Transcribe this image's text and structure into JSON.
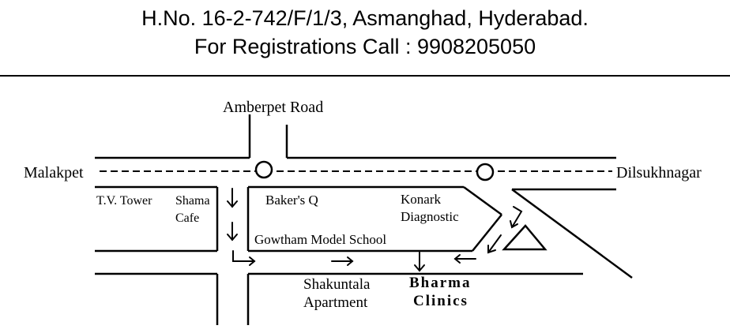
{
  "header": {
    "address": "H.No. 16-2-742/F/1/3, Asmanghad, Hyderabad.",
    "phone_line": "For Registrations Call : 9908205050"
  },
  "map": {
    "roads": {
      "amberpet": "Amberpet Road",
      "malakpet": "Malakpet",
      "dilsukhnagar": "Dilsukhnagar"
    },
    "landmarks": {
      "tv_tower": "T.V. Tower",
      "shama_line1": "Shama",
      "shama_line2": "Cafe",
      "bakers_q": "Baker's Q",
      "konark_line1": "Konark",
      "konark_line2": "Diagnostic",
      "gowtham": "Gowtham Model School",
      "shakuntala_line1": "Shakuntala",
      "shakuntala_line2": "Apartment"
    },
    "destination": {
      "line1": "Bharma",
      "line2": "Clinics"
    },
    "colors": {
      "ink": "#000000",
      "background": "#ffffff"
    }
  }
}
